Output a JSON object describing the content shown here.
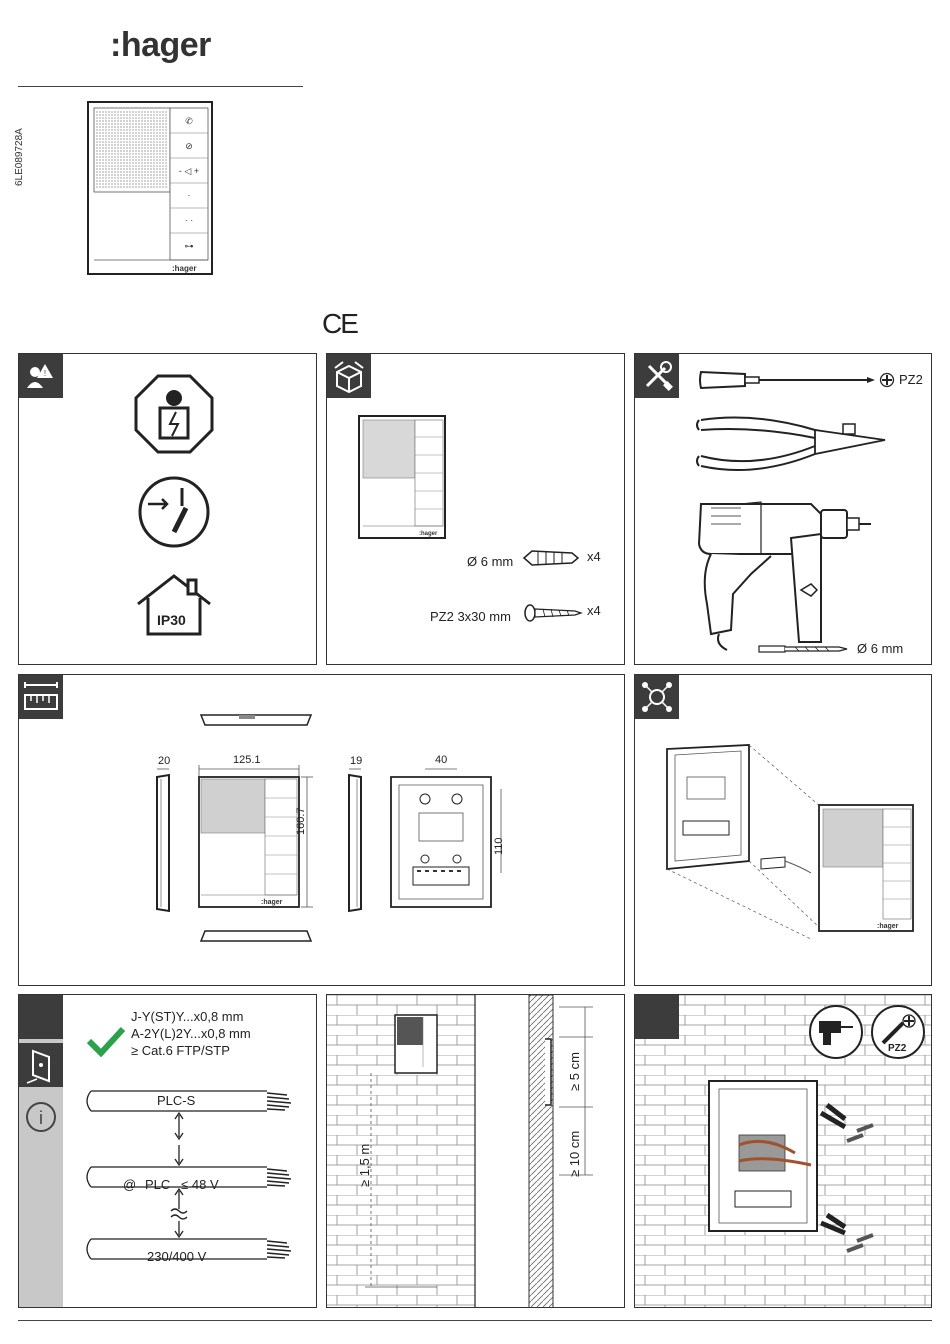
{
  "header": {
    "brand": ":hager",
    "doc_ref": "6LE089728A",
    "ce_mark": "CE"
  },
  "product": {
    "logo": ":hager",
    "buttons": [
      "call-icon",
      "mute-icon",
      "volume-icon",
      "dot-icon",
      "double-dot-icon",
      "key-icon"
    ]
  },
  "safety": {
    "protection": "IP30"
  },
  "package": {
    "plug_label": "Ø 6 mm",
    "plug_qty": "x4",
    "screw_label": "PZ2 3x30 mm",
    "screw_qty": "x4"
  },
  "tools": {
    "screwdriver_label": "PZ2",
    "drill_bit_label": "Ø 6 mm"
  },
  "dimensions": {
    "depth_left": "20",
    "width": "125.1",
    "height": "160.7",
    "depth_right": "19",
    "hole_spacing_h": "40",
    "hole_spacing_v": "110"
  },
  "cabling": {
    "cable_types": [
      "J-Y(ST)Y...x0,8 mm",
      "A-2Y(L)2Y...x0,8 mm",
      "≥ Cat.6 FTP/STP"
    ],
    "bus_label": "PLC-S",
    "plc_prefix": "@",
    "plc_label": "PLC   ≤ 48 V",
    "mains_label": "230/400 V"
  },
  "mounting": {
    "height_label": "≥ 1,5 m",
    "top_clearance": "≥ 5 cm",
    "bottom_clearance": "≥ 10 cm",
    "screw_tool_label": "PZ2"
  },
  "colors": {
    "badge": "#3c3c3c",
    "check": "#2aa14a",
    "sidebar": "#c8c8c8",
    "brick": "#888888"
  }
}
